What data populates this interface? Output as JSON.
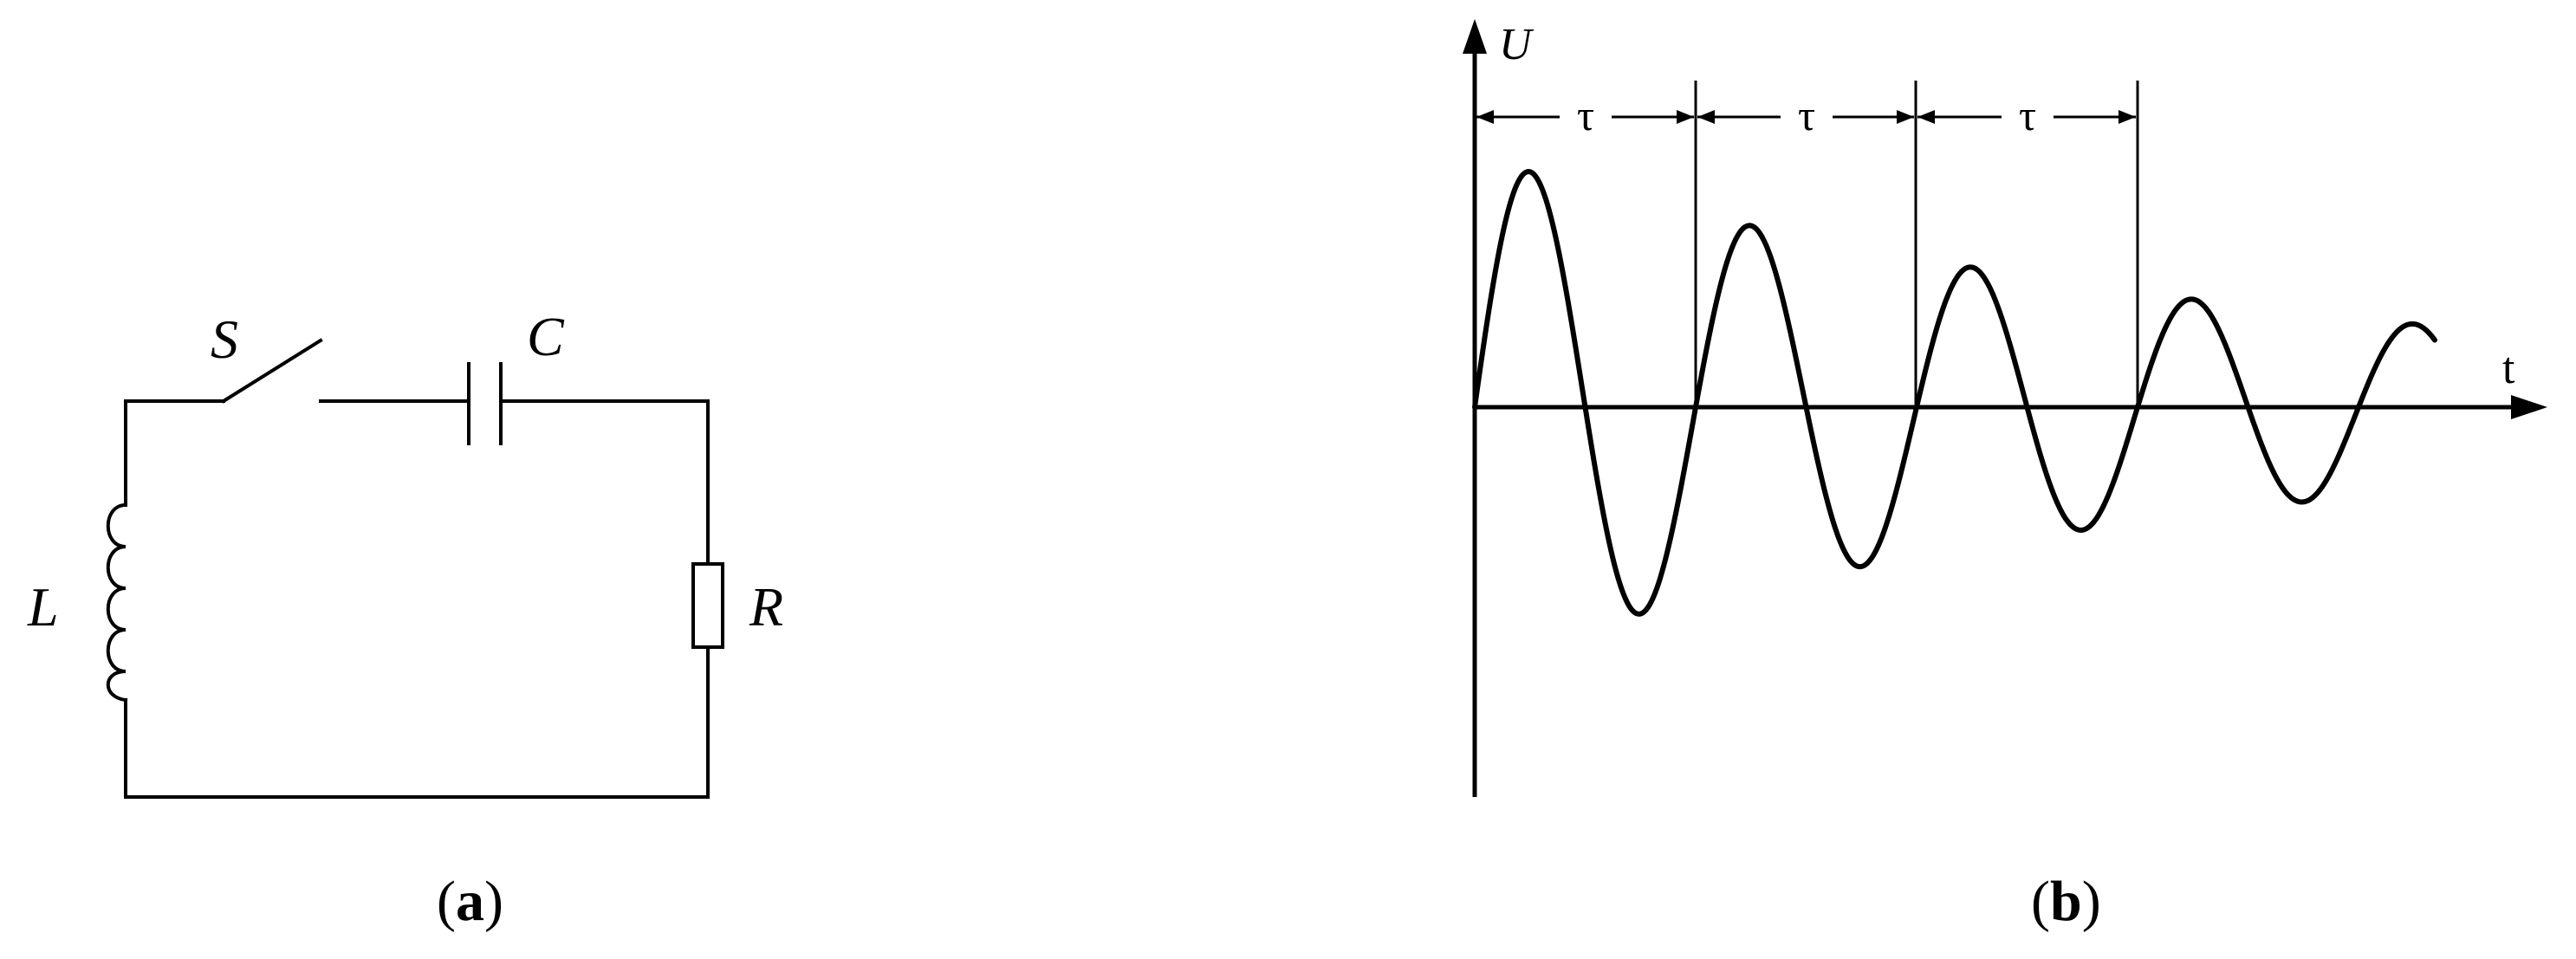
{
  "panel_a": {
    "caption_open": "(",
    "caption_letter": "a",
    "caption_close": ")",
    "labels": {
      "switch": "S",
      "capacitor": "C",
      "inductor": "L",
      "resistor": "R"
    }
  },
  "panel_b": {
    "caption_open": "(",
    "caption_letter": "b",
    "caption_close": ")",
    "y_axis_label": "U",
    "x_axis_label": "t",
    "period_labels": [
      "τ",
      "τ",
      "τ"
    ]
  },
  "colors": {
    "line": "#000000",
    "background": "#ffffff"
  }
}
